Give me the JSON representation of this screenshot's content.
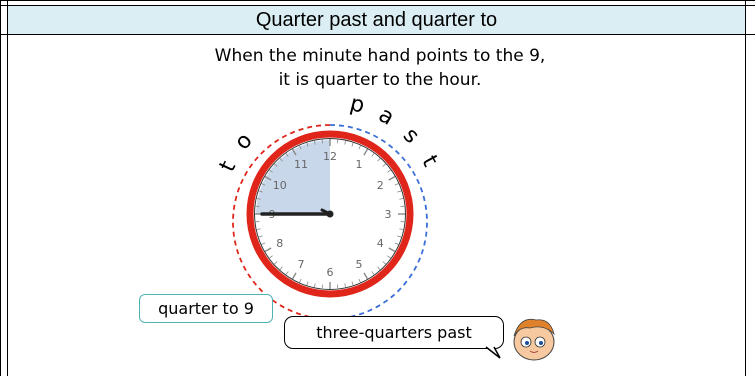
{
  "header": {
    "title": "Quarter past and quarter to"
  },
  "caption": {
    "line1": "When the minute hand points to the 9,",
    "line2": "it is quarter to the hour."
  },
  "clock": {
    "numbers": [
      "12",
      "1",
      "2",
      "3",
      "4",
      "5",
      "6",
      "7",
      "8",
      "9",
      "10",
      "11"
    ],
    "arc_word_past": [
      "p",
      "a",
      "s",
      "t"
    ],
    "arc_word_to": [
      "t",
      "o"
    ],
    "colors": {
      "rim": "#e0261b",
      "shade": "#c9d7ea",
      "shade_left": "#f3c8c8",
      "to_arc": "#e0261b",
      "past_arc": "#3a6fd8"
    },
    "minute_hand_points_to": 9
  },
  "labels": {
    "quarter_to": "quarter to 9",
    "speech": "three-quarters past"
  },
  "icons": [
    "boy-face-icon"
  ]
}
